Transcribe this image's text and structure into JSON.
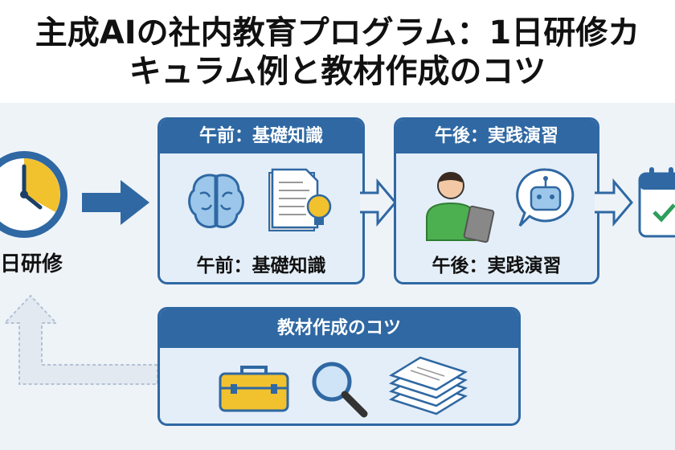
{
  "title": {
    "line1": "主成AIの社内教育プログラム：1日研修カ",
    "line2": "キュラム例と教材作成のコツ"
  },
  "start": {
    "label": "日研修",
    "icon": "clock-icon"
  },
  "morning": {
    "header": "午前：基礎知識",
    "caption": "午前：基礎知識",
    "icons": [
      "brain-icon",
      "document-lightbulb-icon"
    ]
  },
  "afternoon": {
    "header": "午後：実践演習",
    "caption": "午後：実践演習",
    "icons": [
      "person-tablet-icon",
      "robot-chat-icon"
    ]
  },
  "tips": {
    "header": "教材作成のコツ",
    "icons": [
      "toolbox-icon",
      "magnifier-icon",
      "document-stack-icon"
    ]
  },
  "end": {
    "icon": "calendar-check-icon"
  },
  "colors": {
    "primary": "#2f68a3",
    "accent": "#f2c12e",
    "panel": "#e4eef8"
  }
}
